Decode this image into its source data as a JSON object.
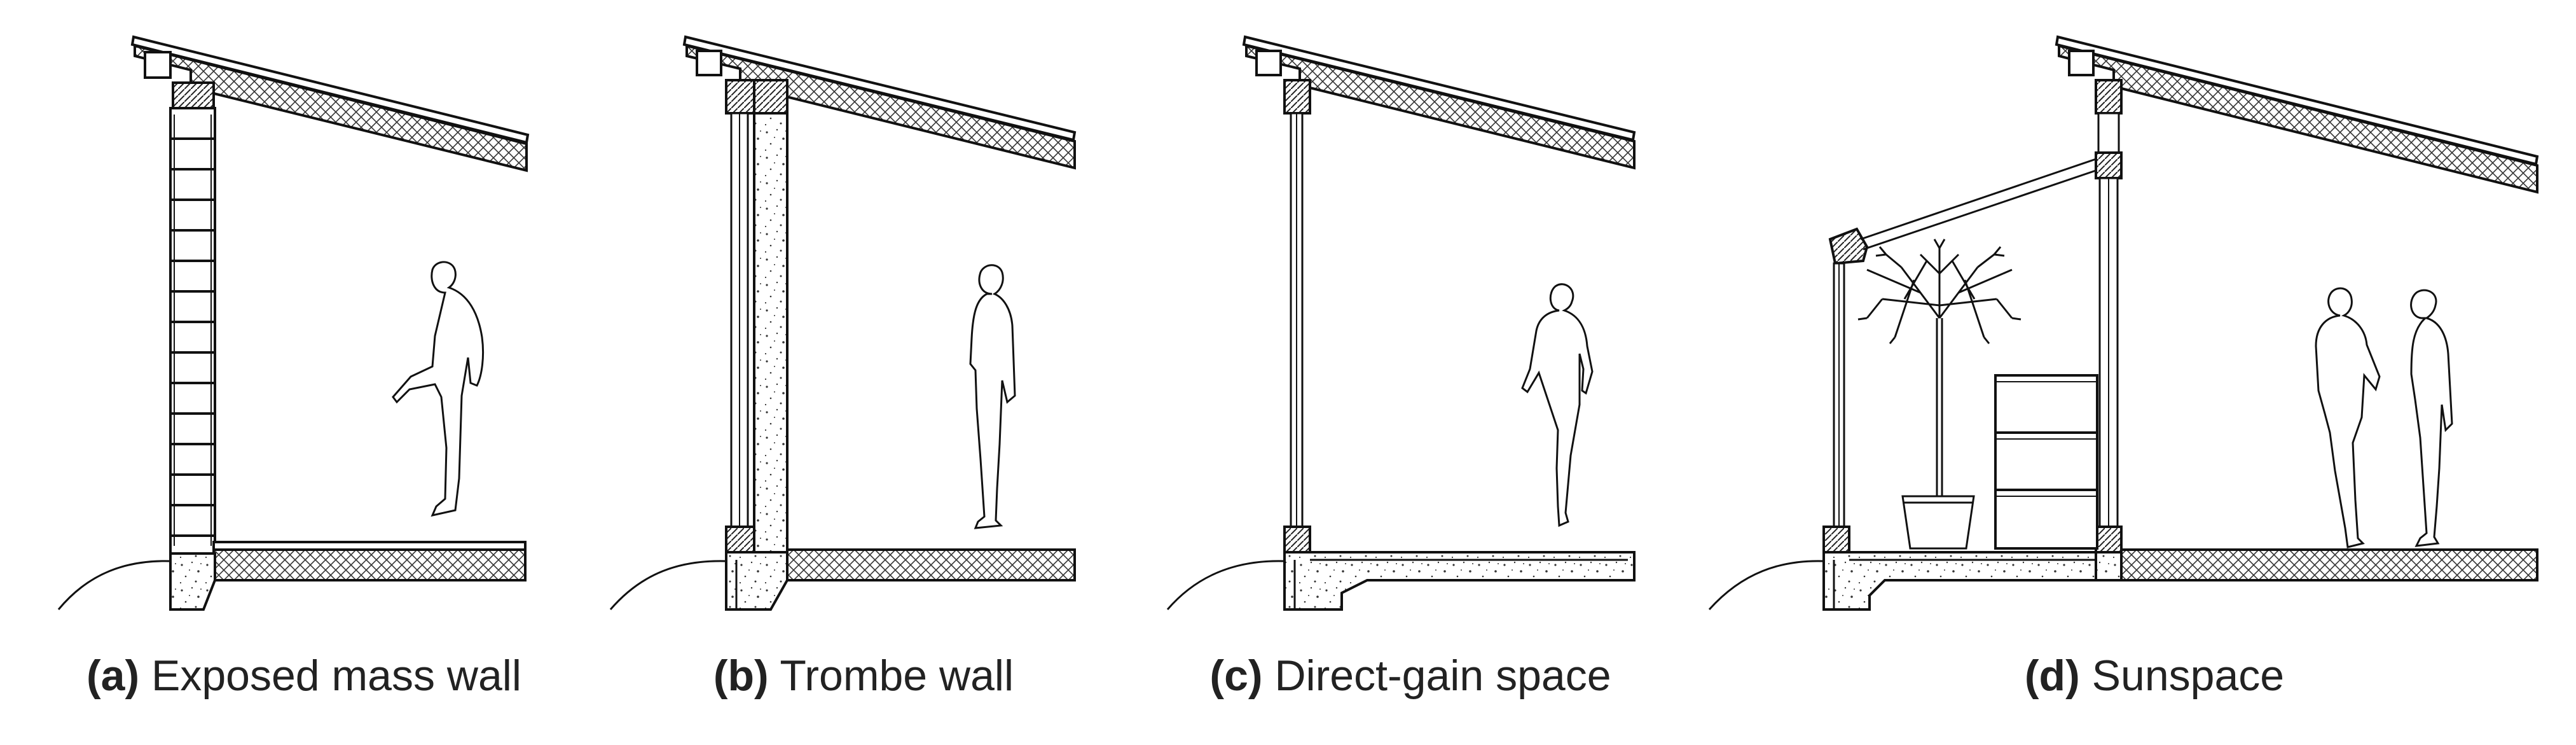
{
  "panels": [
    {
      "id": "a",
      "label": "(a)",
      "text": "Exposed mass wall"
    },
    {
      "id": "b",
      "label": "(b)",
      "text": "Trombe wall"
    },
    {
      "id": "c",
      "label": "(c)",
      "text": "Direct-gain space"
    },
    {
      "id": "d",
      "label": "(d)",
      "text": "Sunspace"
    }
  ],
  "colors": {
    "line": "#111111",
    "caption": "#222222",
    "background": "#ffffff"
  },
  "icons": {
    "person": "person-silhouette-icon",
    "plant": "tree-icon",
    "mass": "thermal-mass-shelves-icon"
  }
}
